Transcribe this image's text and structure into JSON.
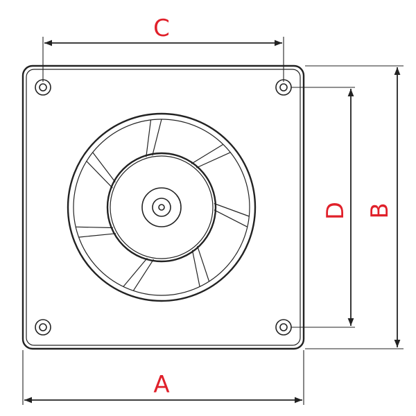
{
  "diagram": {
    "labels": {
      "width": "A",
      "height": "B",
      "hole_spacing_horizontal": "C",
      "hole_spacing_vertical": "D"
    },
    "colors": {
      "label": "#e0202a",
      "line": "#222222",
      "background": "#ffffff"
    },
    "impeller_blades": 7
  }
}
